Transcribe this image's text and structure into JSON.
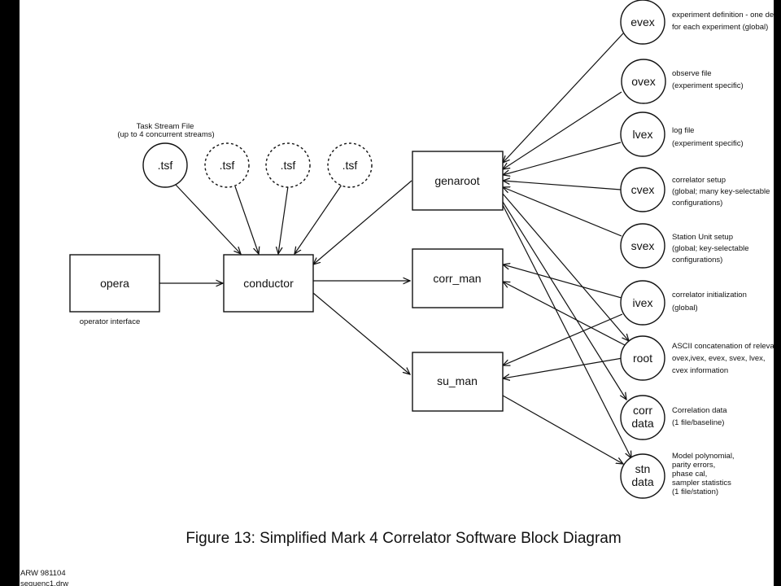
{
  "caption": "Figure 13: Simplified Mark 4 Correlator Software Block Diagram",
  "footer": {
    "line1": "ARW 981104",
    "line2": "sequenc1.drw"
  },
  "task_stream_note": {
    "line1": "Task Stream File",
    "line2": "(up to 4 concurrent streams)"
  },
  "nodes": {
    "opera": {
      "label": "opera",
      "sublabel": "operator interface"
    },
    "conductor": {
      "label": "conductor"
    },
    "genaroot": {
      "label": "genaroot"
    },
    "corr_man": {
      "label": "corr_man"
    },
    "su_man": {
      "label": "su_man"
    },
    "tsf1": {
      "label": ".tsf"
    },
    "tsf2": {
      "label": ".tsf"
    },
    "tsf3": {
      "label": ".tsf"
    },
    "tsf4": {
      "label": ".tsf"
    },
    "evex": {
      "label": "evex",
      "desc": [
        "experiment definition - one def",
        "for each experiment (global)"
      ]
    },
    "ovex": {
      "label": "ovex",
      "desc": [
        "observe file",
        "(experiment specific)"
      ]
    },
    "lvex": {
      "label": "lvex",
      "desc": [
        "log file",
        "(experiment specific)"
      ]
    },
    "cvex": {
      "label": "cvex",
      "desc": [
        "correlator setup",
        "(global; many key-selectable",
        "configurations)"
      ]
    },
    "svex": {
      "label": "svex",
      "desc": [
        "Station Unit setup",
        "(global; key-selectable",
        "configurations)"
      ]
    },
    "ivex": {
      "label": "ivex",
      "desc": [
        "correlator initialization",
        "(global)"
      ]
    },
    "root": {
      "label": "root",
      "desc": [
        "ASCII concatenation of relevant",
        "ovex,ivex, evex, svex, lvex,",
        "cvex information"
      ]
    },
    "corrdata": {
      "label": [
        "corr",
        "data"
      ],
      "desc": [
        "Correlation data",
        "(1 file/baseline)"
      ]
    },
    "stndata": {
      "label": [
        "stn",
        "data"
      ],
      "desc": [
        "Model polynomial,",
        "parity errors,",
        "phase cal,",
        "sampler statistics",
        "(1 file/station)"
      ]
    }
  }
}
